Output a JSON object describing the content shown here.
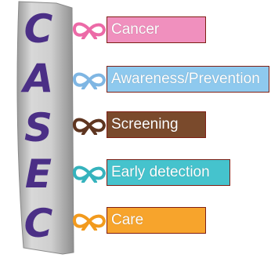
{
  "title_letters": [
    "C",
    "A",
    "S",
    "E",
    "C"
  ],
  "items": [
    {
      "label": "Cancer",
      "box_color": "#f090be",
      "ribbon_color": "#ec6aa7",
      "ribbon_icon": "pink-awareness-ribbon"
    },
    {
      "label": "Awareness/Prevention",
      "box_color": "#8ec9ee",
      "ribbon_color": "#7fb6e3",
      "ribbon_icon": "light-blue-awareness-ribbon"
    },
    {
      "label": "Screening",
      "box_color": "#7a4a2c",
      "ribbon_color": "#5e3520",
      "ribbon_icon": "brown-awareness-ribbon"
    },
    {
      "label": "Early detection",
      "box_color": "#45c3cd",
      "ribbon_color": "#35b3bd",
      "ribbon_icon": "teal-awareness-ribbon"
    },
    {
      "label": "Care",
      "box_color": "#f7a42c",
      "ribbon_color": "#f29a1d",
      "ribbon_icon": "orange-awareness-ribbon"
    }
  ],
  "colors": {
    "letters": "#4b2f86",
    "pillar": "#cfcfcf",
    "box_border": "#7f1f14"
  }
}
